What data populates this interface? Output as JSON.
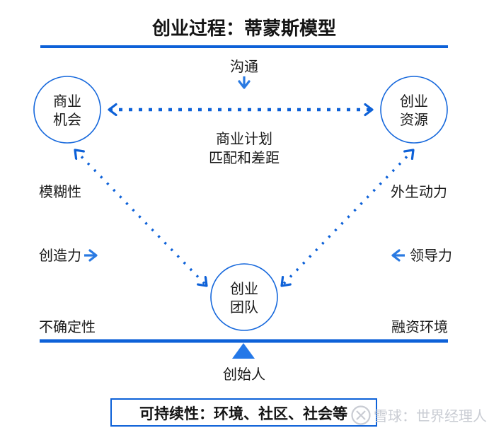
{
  "title": "创业过程：蒂蒙斯模型",
  "colors": {
    "line_blue": "#0d61d8",
    "circle_stroke_blue": "#1668dc",
    "arrow_blue": "#2a7ae2",
    "fulcrum_blue": "#2478e8",
    "text_black": "#1a1a1a",
    "watermark_gray": "#c9ccd3",
    "background": "#ffffff"
  },
  "nodes": {
    "opportunity": {
      "line1": "商业",
      "line2": "机会"
    },
    "resource": {
      "line1": "创业",
      "line2": "资源"
    },
    "team": {
      "line1": "创业",
      "line2": "团队"
    }
  },
  "labels": {
    "communication": "沟通",
    "business_plan": {
      "line1": "商业计划",
      "line2": "匹配和差距"
    },
    "ambiguity": "模糊性",
    "exogenous_force": "外生动力",
    "creativity": "创造力",
    "leadership": "领导力",
    "uncertainty": "不确定性",
    "financing_env": "融资环境",
    "founder": "创始人",
    "sustainability": "可持续性：环境、社区、社会等"
  },
  "watermark": "雪球：世界经理人"
}
